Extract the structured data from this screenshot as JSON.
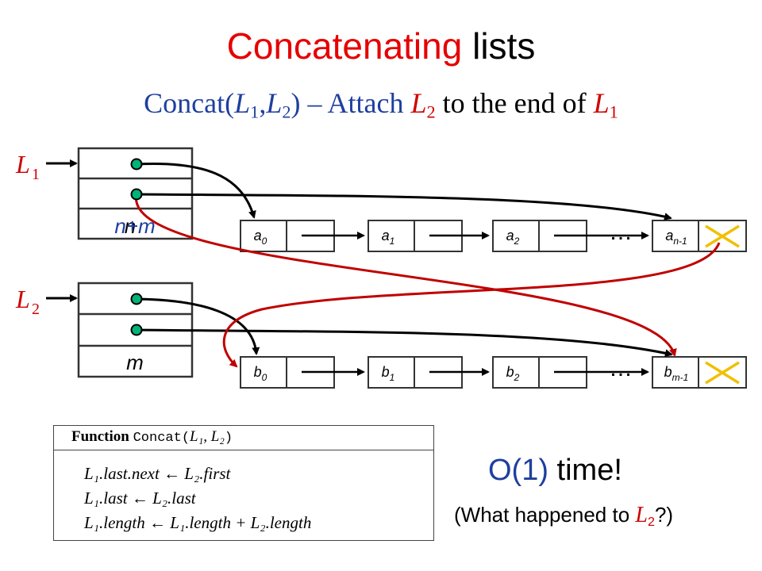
{
  "title": {
    "part1": "Concatenating",
    "part2": "lists"
  },
  "subtitle": {
    "prefix": "Concat(",
    "l": "L",
    "s1": "1",
    "comma": ",",
    "s2": "2",
    "dash": ") – Attach ",
    "mid": "to the end of "
  },
  "list1": {
    "label": "L",
    "sub": "1",
    "length_old": "n",
    "length_new": "n+m"
  },
  "list2": {
    "label": "L",
    "sub": "2",
    "length": "m"
  },
  "row_a": {
    "nodes": [
      "a",
      "a",
      "a",
      "a"
    ],
    "subs": [
      "0",
      "1",
      "2",
      "n-1"
    ],
    "ellipsis": "…"
  },
  "row_b": {
    "nodes": [
      "b",
      "b",
      "b",
      "b"
    ],
    "subs": [
      "0",
      "1",
      "2",
      "m-1"
    ],
    "ellipsis": "…"
  },
  "algorithm": {
    "keyword": "Function",
    "name": "Concat(",
    "args": "L₁, L₂",
    "close": ")",
    "lines": [
      "L₁.last.next ← L₂.first",
      "L₁.last ← L₂.last",
      "L₁.length ← L₁.length + L₂.length"
    ]
  },
  "complexity": {
    "o": "O(1)",
    "rest": " time!"
  },
  "question": {
    "pre": "(What happened to ",
    "l": "L",
    "sub": "2",
    "post": "?)"
  },
  "colors": {
    "title_red": "#e60000",
    "subtitle_blue": "#1f3f9f",
    "arrow_red": "#c00000",
    "dot_green": "#00b377",
    "cross_yellow": "#f0c000"
  }
}
